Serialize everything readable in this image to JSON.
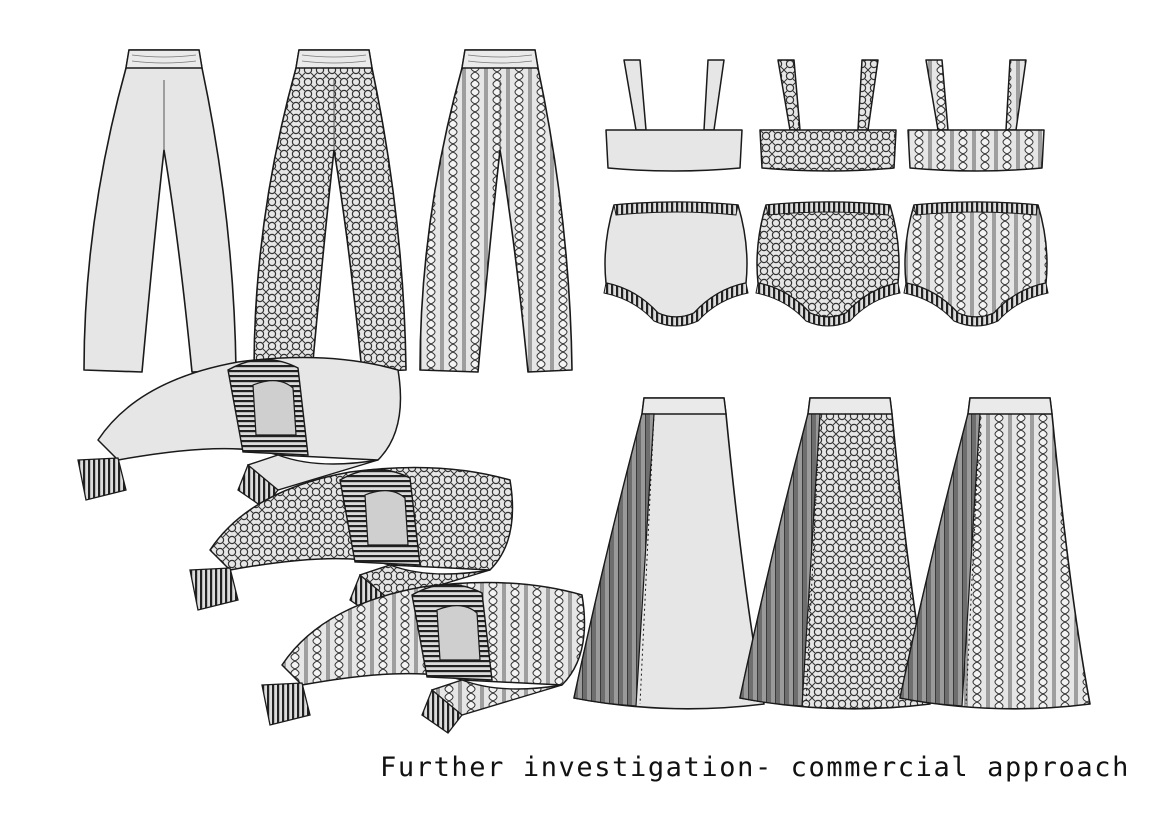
{
  "caption": "Further investigation- commercial approach",
  "colors": {
    "background": "#ffffff",
    "garment_fill": "#e6e6e6",
    "outline": "#1a1a1a",
    "panel_dark": "#8a8a8a",
    "pattern_ink": "#333333"
  },
  "garments": {
    "trousers": [
      "plain",
      "lattice",
      "cable"
    ],
    "bralettes": [
      "plain",
      "lattice",
      "cable"
    ],
    "briefs": [
      "plain",
      "lattice",
      "cable"
    ],
    "shrugs": [
      "plain",
      "lattice",
      "cable"
    ],
    "skirts": [
      "plain",
      "lattice",
      "cable"
    ]
  }
}
